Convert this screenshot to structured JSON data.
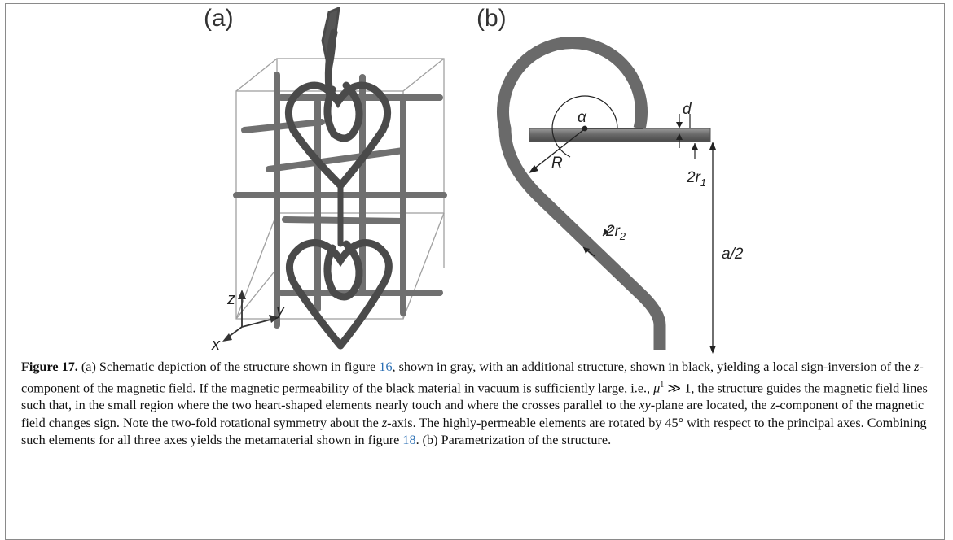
{
  "panels": {
    "a_label": "(a)",
    "b_label": "(b)"
  },
  "panel_b": {
    "alpha": "α",
    "d": "d",
    "R": "R",
    "two_r1": "2r",
    "r1_sub": "1",
    "two_r2": "2r",
    "r2_sub": "2",
    "a_half": "a/2"
  },
  "axes": {
    "z": "z",
    "x": "x",
    "y": "y"
  },
  "caption": {
    "fig_label": "Figure 17.",
    "t1": " (a) Schematic depiction of the structure shown in figure ",
    "ref1": "16",
    "t2": ", shown in gray, with an additional structure, shown in black, yielding a local sign-inversion of the ",
    "z1": "z",
    "t3": "-component of the magnetic field. If the magnetic permeability of the black material in vacuum is sufficiently large, i.e., ",
    "mu": "μ",
    "mu_sup": "1",
    "gg": " ≫ 1",
    "t4": ", the structure guides the magnetic field lines such that, in the small region where the two heart-shaped elements nearly touch and where the crosses parallel to the ",
    "xy": "xy",
    "t5": "-plane are located, the ",
    "z2": "z",
    "t6": "-component of the magnetic field changes sign. Note the two-fold rotational symmetry about the ",
    "z3": "z",
    "t7": "-axis. The highly-permeable elements are rotated by 45° with respect to the principal axes. Combining such elements for all three axes yields the metamaterial shown in figure ",
    "ref2": "18",
    "t8": ". (b) Parametrization of the structure."
  },
  "colors": {
    "tube": "#5e5e5e",
    "tube_dark": "#3d3d3d",
    "cube_edge": "#9a9a9a",
    "link": "#2a6fb4"
  }
}
